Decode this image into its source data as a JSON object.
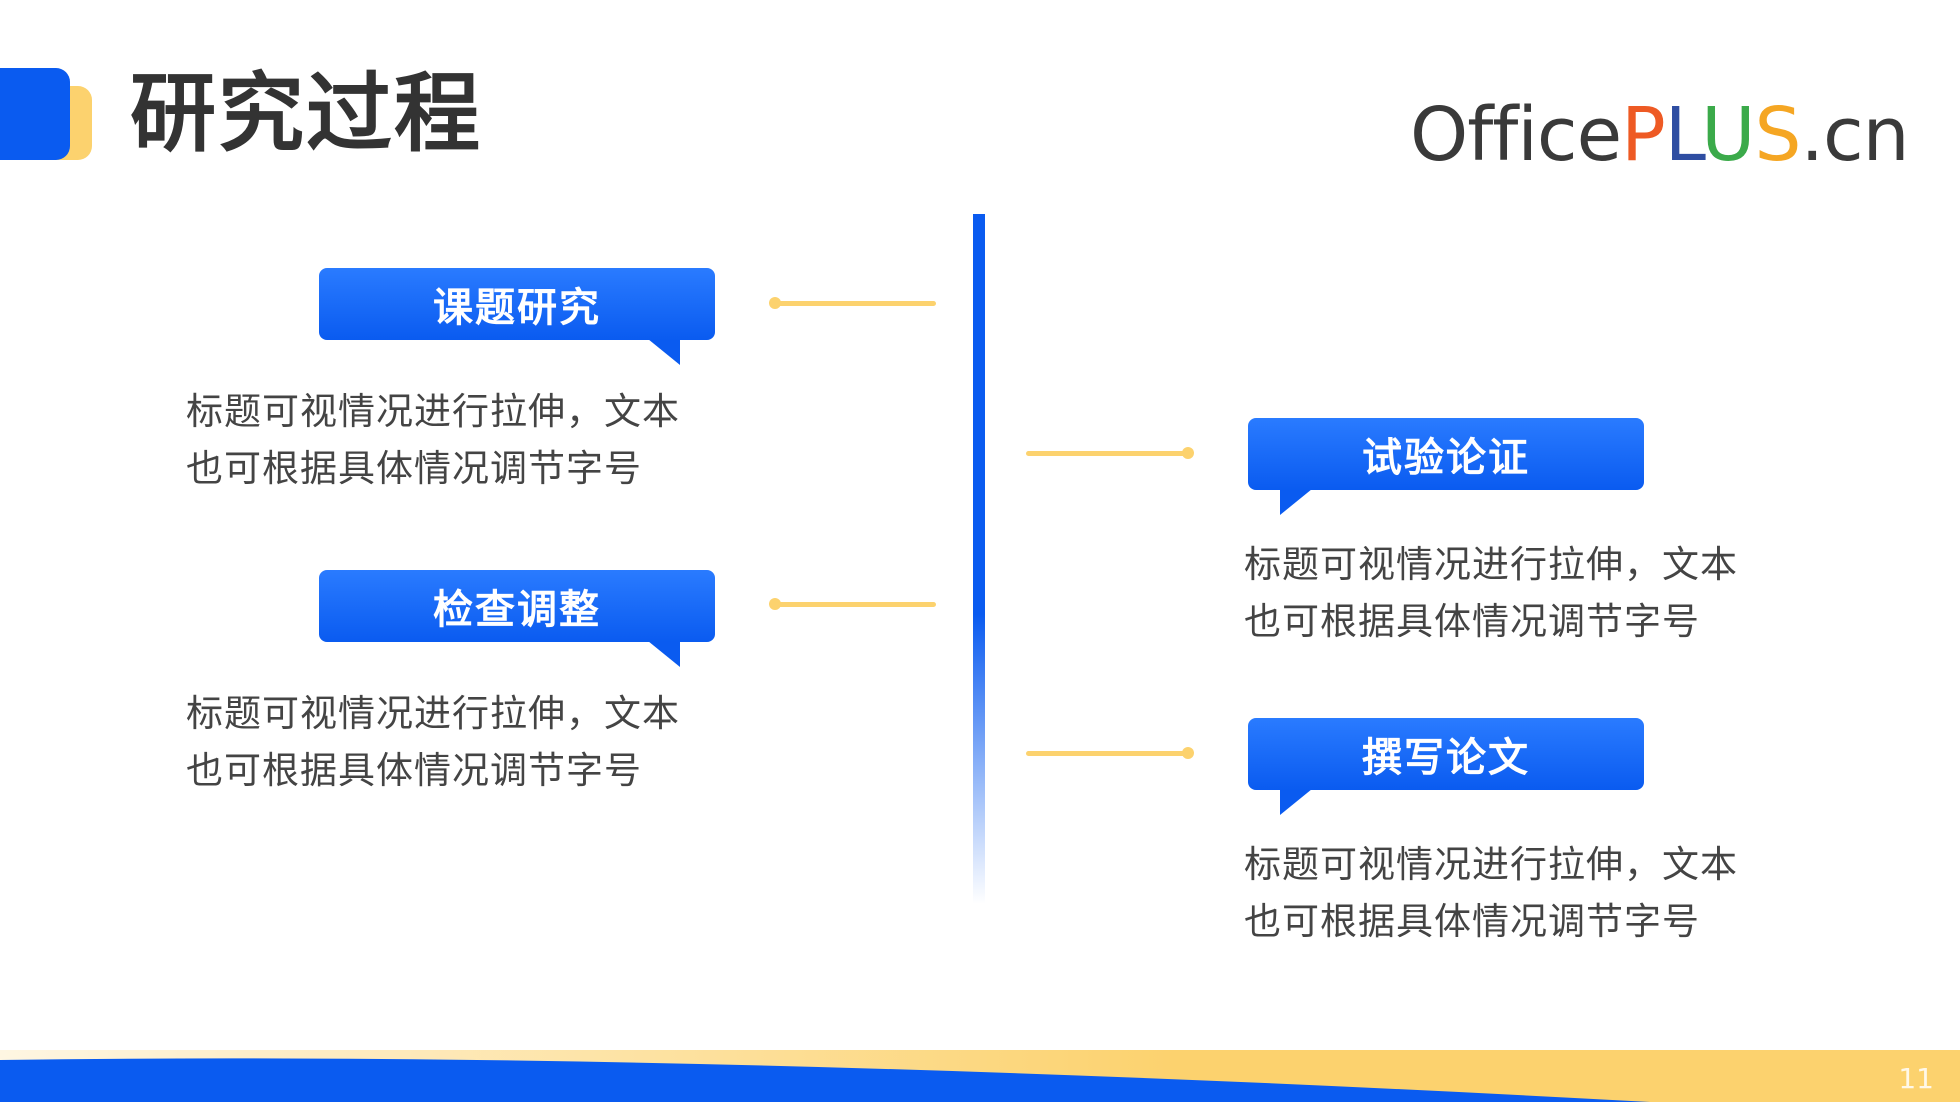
{
  "header": {
    "title": "研究过程",
    "logo": {
      "office": "Office",
      "p": "P",
      "l": "L",
      "u": "U",
      "s": "S",
      "suffix": ".cn"
    }
  },
  "steps": [
    {
      "title": "课题研究",
      "desc_line1": "标题可视情况进行拉伸，文本",
      "desc_line2": "也可根据具体情况调节字号"
    },
    {
      "title": "检查调整",
      "desc_line1": "标题可视情况进行拉伸，文本",
      "desc_line2": "也可根据具体情况调节字号"
    },
    {
      "title": "试验论证",
      "desc_line1": "标题可视情况进行拉伸，文本",
      "desc_line2": "也可根据具体情况调节字号"
    },
    {
      "title": "撰写论文",
      "desc_line1": "标题可视情况进行拉伸，文本",
      "desc_line2": "也可根据具体情况调节字号"
    }
  ],
  "footer": {
    "page_number": "11"
  },
  "colors": {
    "primary_blue": "#0A5BF0",
    "accent_yellow": "#FCD26E",
    "text": "#444444"
  }
}
